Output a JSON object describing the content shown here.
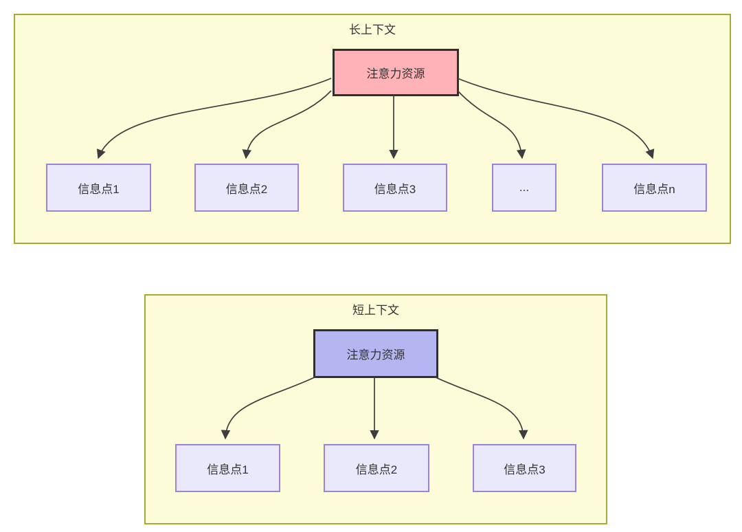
{
  "colors": {
    "container_fill": "#fcfcd8",
    "container_border": "#a8a838",
    "attention_long_fill": "#ffb3b8",
    "attention_short_fill": "#b5b5f2",
    "attention_border": "#2f2f2f",
    "info_fill": "#e9e9fb",
    "info_border": "#9e82da",
    "arrow": "#3d3d3d",
    "text": "#333333"
  },
  "long_context": {
    "title": "长上下文",
    "attention_label": "注意力资源",
    "nodes": [
      "信息点1",
      "信息点2",
      "信息点3",
      "...",
      "信息点n"
    ]
  },
  "short_context": {
    "title": "短上下文",
    "attention_label": "注意力资源",
    "nodes": [
      "信息点1",
      "信息点2",
      "信息点3"
    ]
  }
}
